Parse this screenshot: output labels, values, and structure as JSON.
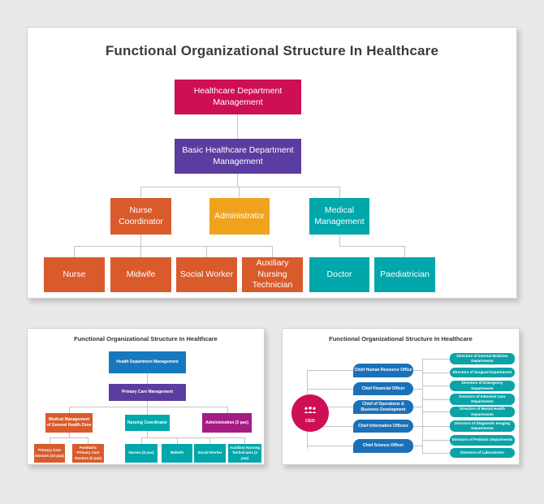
{
  "page": {
    "background": "#e9e9e9",
    "slide_background": "#ffffff",
    "connector_color": "#c4c4c4",
    "title_color": "#3b3b3b"
  },
  "main_slide": {
    "title": "Functional Organizational Structure In Healthcare",
    "level1": {
      "label": "Healthcare Department Management",
      "color": "#ce0e55"
    },
    "level2": {
      "label": "Basic Healthcare Department Management",
      "color": "#5b3ca0"
    },
    "level3": [
      {
        "label": "Nurse Coordinator",
        "color": "#d95b2b"
      },
      {
        "label": "Administrator",
        "color": "#efa31c"
      },
      {
        "label": "Medical Management",
        "color": "#00a7ab"
      }
    ],
    "level4": [
      {
        "label": "Nurse",
        "color": "#d95b2b"
      },
      {
        "label": "Midwife",
        "color": "#d95b2b"
      },
      {
        "label": "Social Worker",
        "color": "#d95b2b"
      },
      {
        "label": "Auxiliary Nursing Technician",
        "color": "#d95b2b"
      },
      {
        "label": "Doctor",
        "color": "#00a7ab"
      },
      {
        "label": "Paediatrician",
        "color": "#00a7ab"
      }
    ]
  },
  "left_slide": {
    "title": "Functional Organizational Structure In Healthcare",
    "level1": {
      "label": "Health Department Management",
      "color": "#1878be"
    },
    "level2": {
      "label": "Primary Care Management",
      "color": "#5b3ca0"
    },
    "level3": [
      {
        "label": "Medical Management of General Health Zone",
        "color": "#d95b2b"
      },
      {
        "label": "Nursing Coordinator",
        "color": "#00a7ab"
      },
      {
        "label": "Administration (3 pax)",
        "color": "#a51c82"
      }
    ],
    "level4_medical": [
      {
        "label": "Primary Care Doctors (10 pax)",
        "color": "#d95b2b"
      },
      {
        "label": "Paediatric Primary Care Doctors (2 pax)",
        "color": "#d95b2b"
      }
    ],
    "level4_nursing": [
      {
        "label": "Nurses (8 pax)",
        "color": "#00a7ab"
      },
      {
        "label": "Midwife",
        "color": "#00a7ab"
      },
      {
        "label": "Social Worker",
        "color": "#00a7ab"
      },
      {
        "label": "Auxiliary Nursing Technicians (2 pax)",
        "color": "#00a7ab"
      }
    ]
  },
  "right_slide": {
    "title": "Functional Organizational Structure In Healthcare",
    "ceo": {
      "label": "CEO",
      "color": "#ce0e55",
      "icon": "people-icon"
    },
    "chiefs": [
      {
        "label": "Chief Human Resource Office",
        "color": "#1b71b8"
      },
      {
        "label": "Chief Financial Officer",
        "color": "#1b71b8"
      },
      {
        "label": "Chief of Operations & Business Development",
        "color": "#1b71b8"
      },
      {
        "label": "Chief Information Officers",
        "color": "#1b71b8"
      },
      {
        "label": "Chief Science Officer",
        "color": "#1b71b8"
      }
    ],
    "directors": [
      {
        "label": "Directors of Internal Medicine Departments",
        "color": "#0aa3a8"
      },
      {
        "label": "Directors of Surgical Departments",
        "color": "#0aa3a8"
      },
      {
        "label": "Directors of Emergency Departments",
        "color": "#0aa3a8"
      },
      {
        "label": "Directors of Intensive Care Departments",
        "color": "#0aa3a8"
      },
      {
        "label": "Directors of Mental Health Departments",
        "color": "#0aa3a8"
      },
      {
        "label": "Directors of Diagnostic Imaging Departments",
        "color": "#0aa3a8"
      },
      {
        "label": "Directors of Pediatric Departments",
        "color": "#0aa3a8"
      },
      {
        "label": "Directors of Laboratories",
        "color": "#0aa3a8"
      }
    ]
  }
}
